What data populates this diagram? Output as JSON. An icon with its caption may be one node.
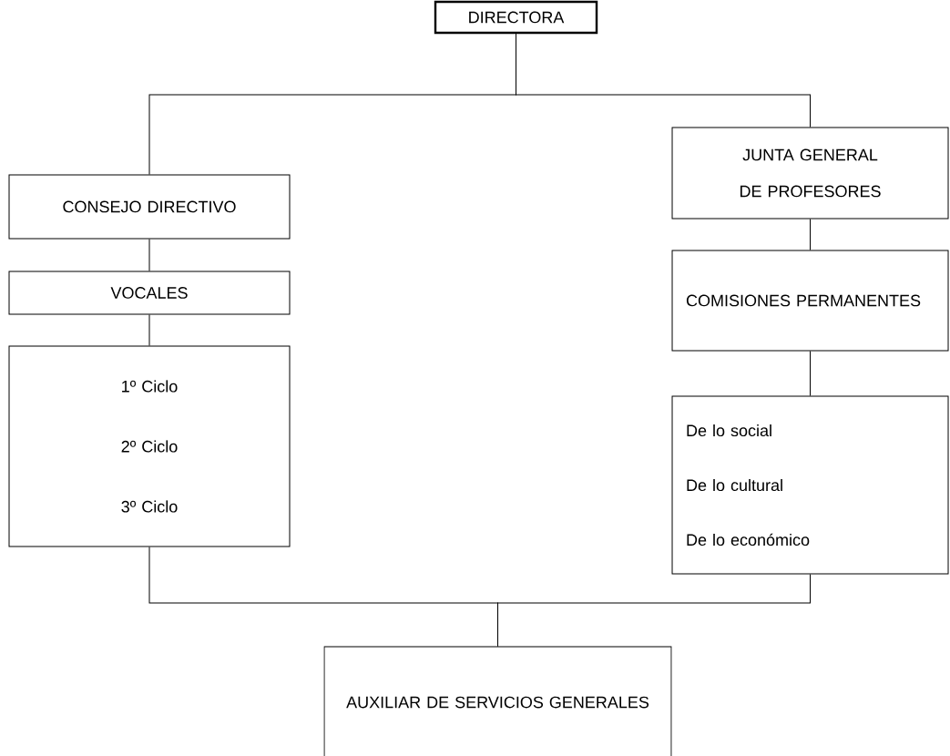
{
  "diagram": {
    "nodes": [
      {
        "text": [
          "DIRECTORA"
        ]
      },
      {
        "text": [
          "CONSEJO DIRECTIVO"
        ]
      },
      {
        "text": [
          "VOCALES"
        ]
      },
      {
        "text": [
          "1º Ciclo",
          "2º Ciclo",
          "3º Ciclo"
        ]
      },
      {
        "text": [
          "JUNTA GENERAL DE PROFESORES"
        ]
      },
      {
        "text": [
          "COMISIONES PERMANENTES"
        ]
      },
      {
        "text": [
          "De lo social",
          "De lo cultural",
          "De lo económico"
        ]
      },
      {
        "text": [
          "AUXILIAR DE SERVICIOS GENERALES"
        ]
      }
    ],
    "edges": [
      {
        "from": 0,
        "to": 1,
        "arrow": "none"
      },
      {
        "from": 0,
        "to": 4,
        "arrow": "none"
      },
      {
        "from": 1,
        "to": 2,
        "arrow": "none"
      },
      {
        "from": 2,
        "to": 3,
        "arrow": "none"
      },
      {
        "from": 4,
        "to": 5,
        "arrow": "none"
      },
      {
        "from": 5,
        "to": 6,
        "arrow": "none"
      },
      {
        "from": 3,
        "to": 7,
        "arrow": "none"
      },
      {
        "from": 6,
        "to": 7,
        "arrow": "none"
      }
    ]
  }
}
